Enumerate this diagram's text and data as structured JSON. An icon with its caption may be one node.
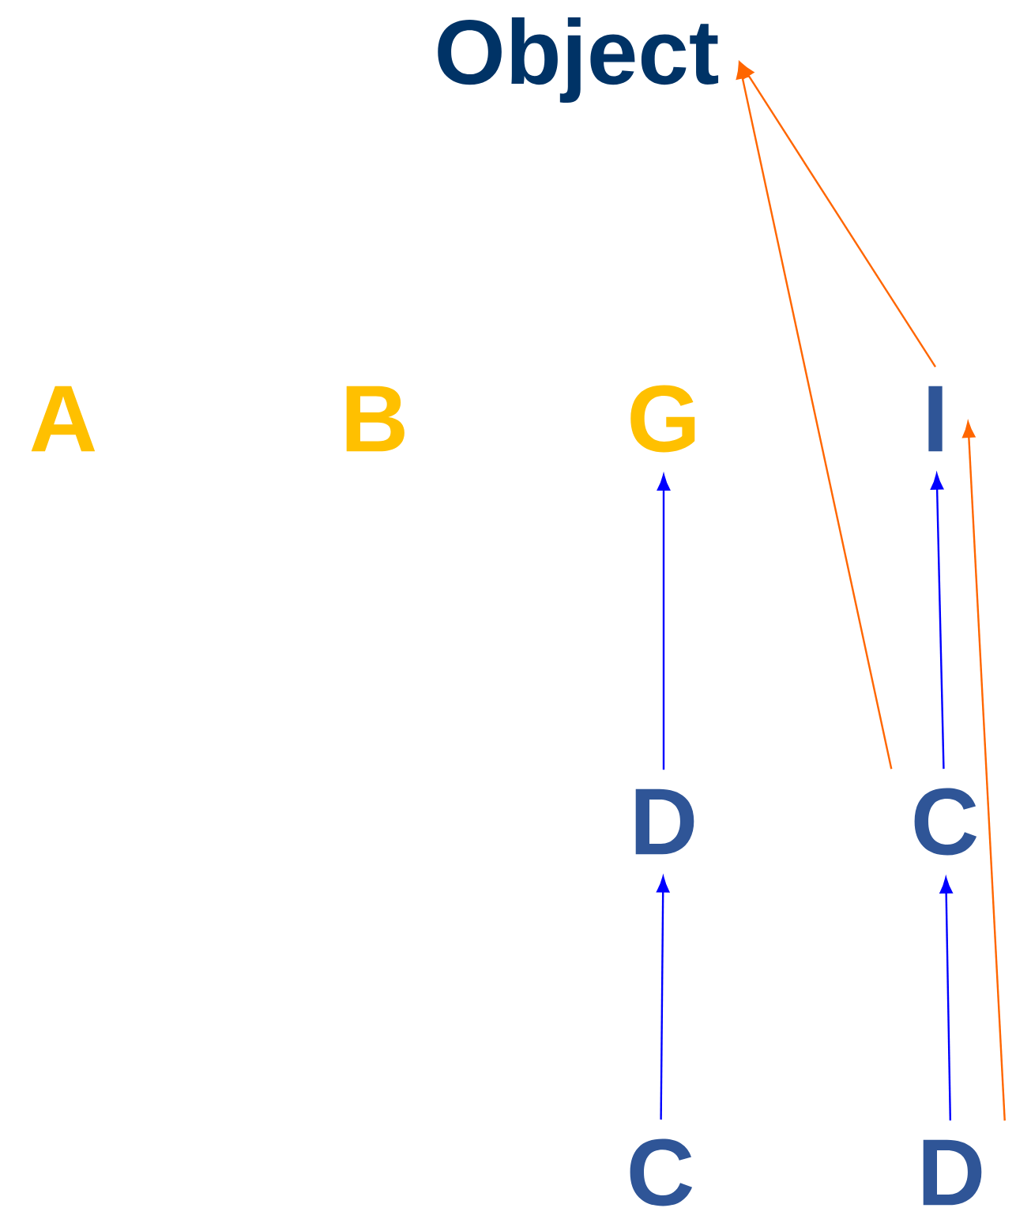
{
  "diagram": {
    "nodes": [
      {
        "text": [
          "Object"
        ]
      },
      {
        "text": [
          "A"
        ]
      },
      {
        "text": [
          "B"
        ]
      },
      {
        "text": [
          "G"
        ]
      },
      {
        "text": [
          "I"
        ]
      },
      {
        "text": [
          "D"
        ]
      },
      {
        "text": [
          "C"
        ]
      },
      {
        "text": [
          "C"
        ]
      },
      {
        "text": [
          "D"
        ]
      }
    ],
    "edges": [
      {
        "from": 4,
        "to": 0,
        "arrow": "to",
        "color": "#ff6600"
      },
      {
        "from": 6,
        "to": 0,
        "arrow": "to",
        "color": "#ff6600"
      },
      {
        "from": 8,
        "to": 4,
        "arrow": "to",
        "color": "#ff6600"
      },
      {
        "from": 5,
        "to": 3,
        "arrow": "to"
      },
      {
        "from": 7,
        "to": 5,
        "arrow": "to"
      },
      {
        "from": 6,
        "to": 4,
        "arrow": "to"
      },
      {
        "from": 8,
        "to": 6,
        "arrow": "to"
      }
    ]
  }
}
